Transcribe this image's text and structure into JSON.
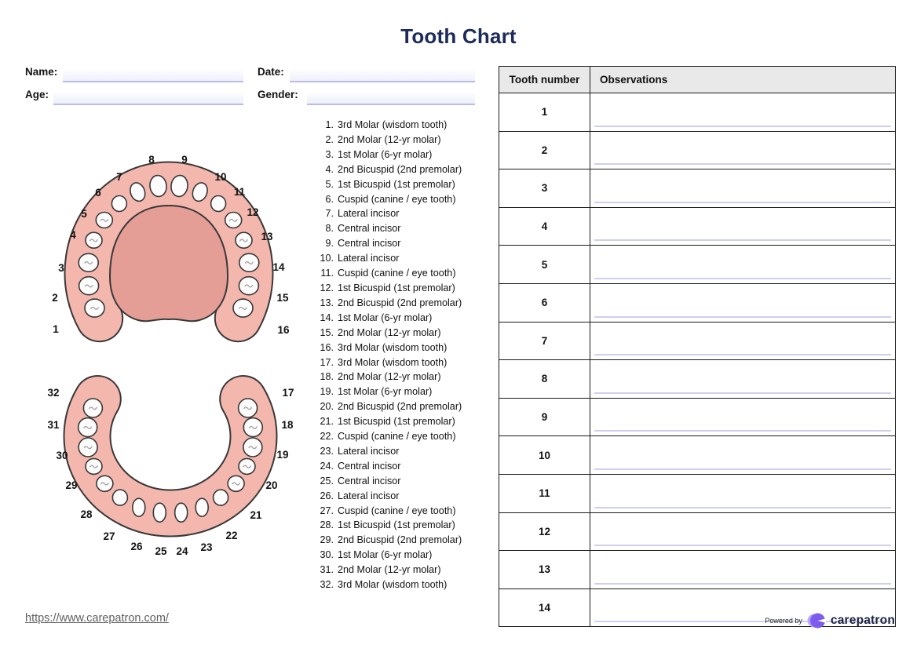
{
  "page": {
    "title": "Tooth Chart"
  },
  "form": {
    "name_label": "Name:",
    "date_label": "Date:",
    "age_label": "Age:",
    "gender_label": "Gender:"
  },
  "tooth_list": [
    {
      "n": "1.",
      "label": "3rd Molar (wisdom tooth)"
    },
    {
      "n": "2.",
      "label": "2nd Molar (12-yr molar)"
    },
    {
      "n": "3.",
      "label": "1st Molar (6-yr molar)"
    },
    {
      "n": "4.",
      "label": "2nd Bicuspid (2nd premolar)"
    },
    {
      "n": "5.",
      "label": "1st Bicuspid (1st premolar)"
    },
    {
      "n": "6.",
      "label": "Cuspid (canine / eye tooth)"
    },
    {
      "n": "7.",
      "label": "Lateral incisor"
    },
    {
      "n": "8.",
      "label": "Central incisor"
    },
    {
      "n": "9.",
      "label": "Central incisor"
    },
    {
      "n": "10.",
      "label": "Lateral incisor"
    },
    {
      "n": "11.",
      "label": "Cuspid (canine / eye tooth)"
    },
    {
      "n": "12.",
      "label": "1st Bicuspid (1st premolar)"
    },
    {
      "n": "13.",
      "label": "2nd Bicuspid (2nd premolar)"
    },
    {
      "n": "14.",
      "label": "1st Molar (6-yr molar)"
    },
    {
      "n": "15.",
      "label": "2nd Molar (12-yr molar)"
    },
    {
      "n": "16.",
      "label": "3rd Molar (wisdom tooth)"
    },
    {
      "n": "17.",
      "label": "3rd Molar (wisdom tooth)"
    },
    {
      "n": "18.",
      "label": "2nd Molar (12-yr molar)"
    },
    {
      "n": "19.",
      "label": "1st Molar (6-yr molar)"
    },
    {
      "n": "20.",
      "label": "2nd Bicuspid (2nd premolar)"
    },
    {
      "n": "21.",
      "label": "1st Bicuspid (1st premolar)"
    },
    {
      "n": "22.",
      "label": "Cuspid (canine / eye tooth)"
    },
    {
      "n": "23.",
      "label": "Lateral incisor"
    },
    {
      "n": "24.",
      "label": "Central incisor"
    },
    {
      "n": "25.",
      "label": "Central incisor"
    },
    {
      "n": "26.",
      "label": "Lateral incisor"
    },
    {
      "n": "27.",
      "label": "Cuspid (canine / eye tooth)"
    },
    {
      "n": "28.",
      "label": "1st Bicuspid (1st premolar)"
    },
    {
      "n": "29.",
      "label": "2nd Bicuspid (2nd premolar)"
    },
    {
      "n": "30.",
      "label": "1st Molar (6-yr molar)"
    },
    {
      "n": "31.",
      "label": "2nd Molar (12-yr molar)"
    },
    {
      "n": "32.",
      "label": "3rd Molar (wisdom tooth)"
    }
  ],
  "diagram": {
    "upper_labels": [
      "1",
      "2",
      "3",
      "4",
      "5",
      "6",
      "7",
      "8",
      "9",
      "10",
      "11",
      "12",
      "13",
      "14",
      "15",
      "16"
    ],
    "lower_labels": [
      "17",
      "18",
      "19",
      "20",
      "21",
      "22",
      "23",
      "24",
      "25",
      "26",
      "27",
      "28",
      "29",
      "30",
      "31",
      "32"
    ]
  },
  "table": {
    "headers": [
      "Tooth number",
      "Observations"
    ],
    "rows": [
      {
        "number": "1",
        "observation": ""
      },
      {
        "number": "2",
        "observation": ""
      },
      {
        "number": "3",
        "observation": ""
      },
      {
        "number": "4",
        "observation": ""
      },
      {
        "number": "5",
        "observation": ""
      },
      {
        "number": "6",
        "observation": ""
      },
      {
        "number": "7",
        "observation": ""
      },
      {
        "number": "8",
        "observation": ""
      },
      {
        "number": "9",
        "observation": ""
      },
      {
        "number": "10",
        "observation": ""
      },
      {
        "number": "11",
        "observation": ""
      },
      {
        "number": "12",
        "observation": ""
      },
      {
        "number": "13",
        "observation": ""
      },
      {
        "number": "14",
        "observation": ""
      }
    ]
  },
  "footer": {
    "url": "https://www.carepatron.com/",
    "powered_by": "Powered by",
    "brand": "carepatron"
  },
  "colors": {
    "title_navy": "#1d2a5a",
    "field_line_lavender": "#b9bce9",
    "table_header_gray": "#e9e9e9",
    "gum_pink": "#f3b7ae",
    "palate_pink": "#e59e96",
    "tooth_white": "#fcfcfc",
    "outline_dark": "#383838",
    "brand_purple": "#7d5bef",
    "brand_navy": "#1c2340",
    "link_gray": "#5f5f5f"
  }
}
